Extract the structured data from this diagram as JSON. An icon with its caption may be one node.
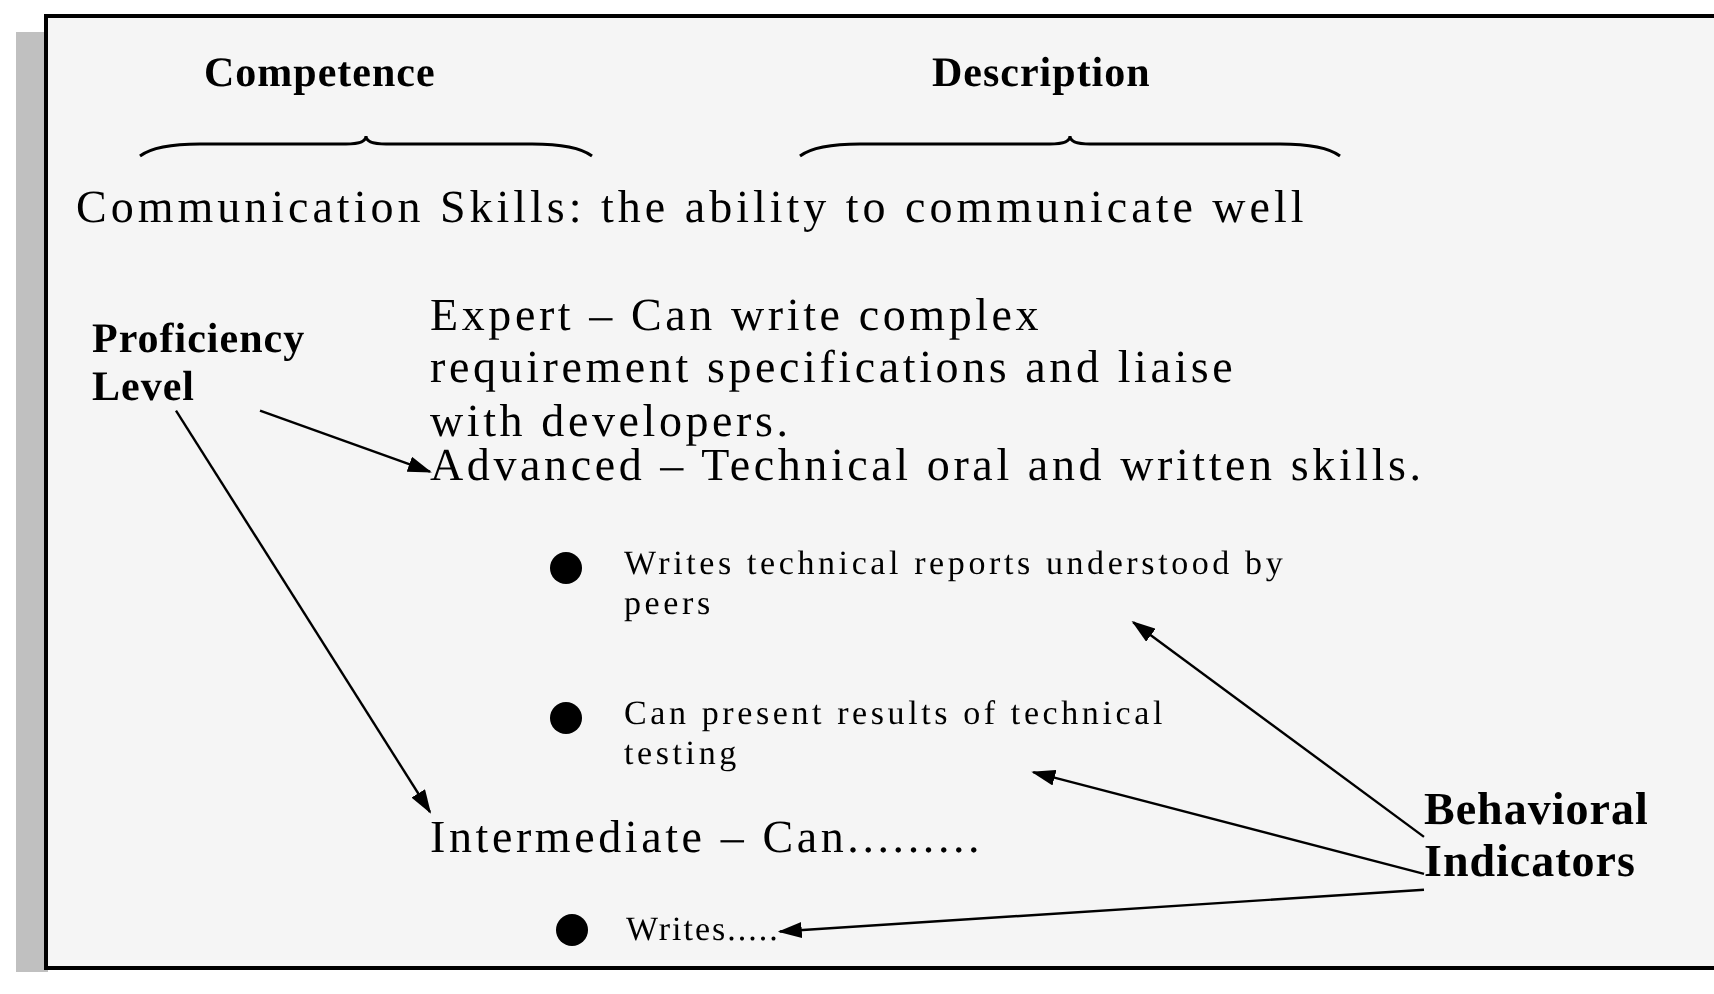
{
  "diagram": {
    "nodes": [
      {
        "text": [
          "Proficiency Level"
        ]
      },
      {
        "text": [
          "Advanced – Technical oral and written skills."
        ]
      },
      {
        "text": [
          "Writes technical reports understood by peers"
        ]
      },
      {
        "text": [
          "Can present results of technical testing"
        ]
      },
      {
        "text": [
          "Intermediate – Can........."
        ]
      },
      {
        "text": [
          "Behavioral Indicators"
        ]
      },
      {
        "text": [
          "Writes....."
        ]
      }
    ],
    "edges": [
      {
        "from": 0,
        "to": 1,
        "arrow": "to"
      },
      {
        "from": 0,
        "to": 4,
        "arrow": "to"
      },
      {
        "from": 5,
        "to": 2,
        "arrow": "to"
      },
      {
        "from": 5,
        "to": 3,
        "arrow": "to"
      },
      {
        "from": 5,
        "to": 6,
        "arrow": "to"
      }
    ],
    "labels": [
      "Competence",
      "Description",
      "Communication Skills: the ability to communicate well",
      "Expert – Can write complex requirement specifications and liaise with developers."
    ]
  }
}
